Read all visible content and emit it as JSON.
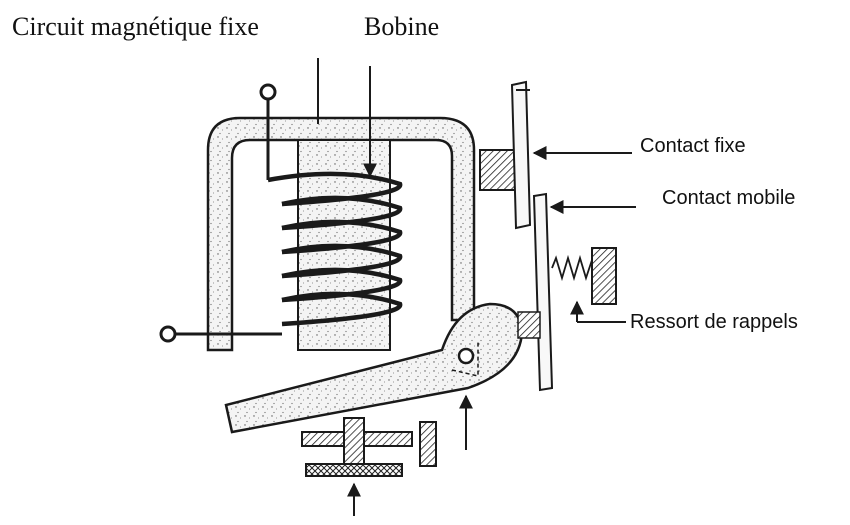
{
  "labels": {
    "circuit_fixe": "Circuit magnétique fixe",
    "bobine": "Bobine",
    "contact_fixe": "Contact fixe",
    "contact_mobile": "Contact mobile",
    "ressort": "Ressort de rappels"
  },
  "colors": {
    "ink": "#1a1a1a",
    "speckle_fill": "#f2f2f2",
    "background": "#ffffff"
  }
}
